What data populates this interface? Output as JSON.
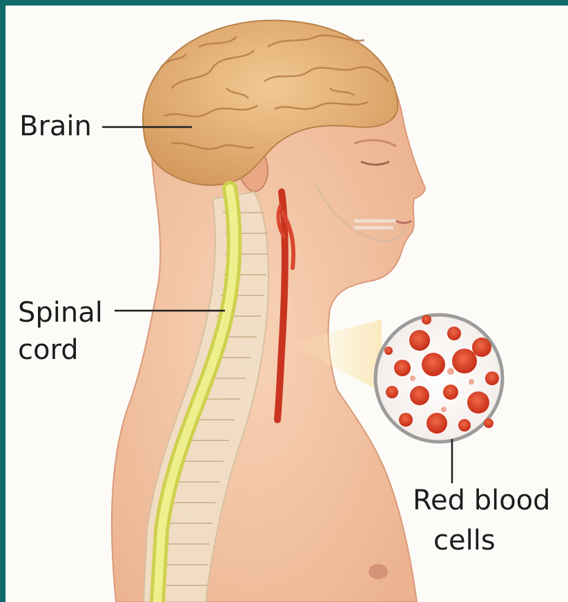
{
  "labels": {
    "brain": "Brain",
    "spinal_cord_line1": "Spinal",
    "spinal_cord_line2": "cord",
    "red_blood_cells_line1": "Red blood",
    "red_blood_cells_line2": "cells"
  },
  "colors": {
    "frame": "#0d6b6b",
    "background": "#fcfbf8",
    "brain": "#e9b77f",
    "skin": "#f5c4a3",
    "spinal_cord": "#e6e873",
    "artery": "#d6402a",
    "blood_cell": "#d83a22",
    "leader_line": "#1d1d1d"
  }
}
